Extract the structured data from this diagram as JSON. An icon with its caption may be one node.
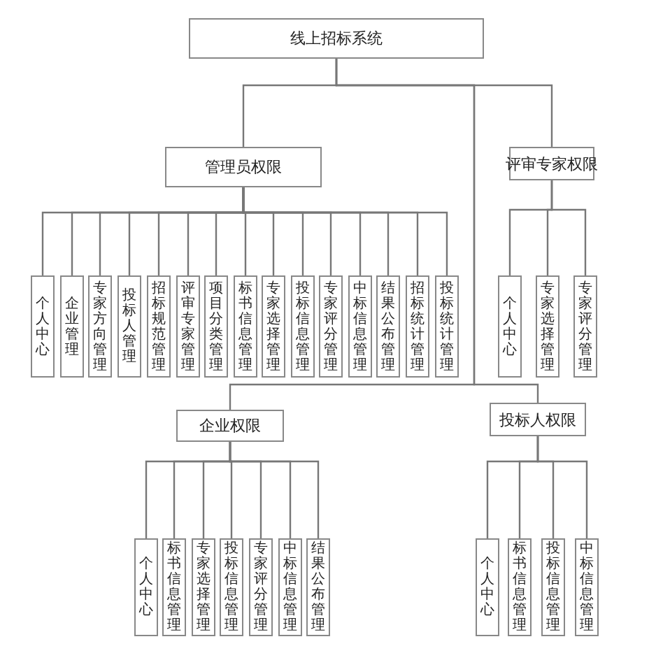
{
  "diagram": {
    "nodes": [
      {
        "text": [
          "线上招标系统"
        ]
      },
      {
        "text": [
          "管理员权限"
        ]
      },
      {
        "text": [
          "评审专家权限"
        ]
      },
      {
        "text": [
          "个人中心"
        ]
      },
      {
        "text": [
          "企业管理"
        ]
      },
      {
        "text": [
          "专家方向管理"
        ]
      },
      {
        "text": [
          "投标人管理"
        ]
      },
      {
        "text": [
          "招标规范管理"
        ]
      },
      {
        "text": [
          "评审专家管理"
        ]
      },
      {
        "text": [
          "项目分类管理"
        ]
      },
      {
        "text": [
          "标书信息管理"
        ]
      },
      {
        "text": [
          "专家选择管理"
        ]
      },
      {
        "text": [
          "投标信息管理"
        ]
      },
      {
        "text": [
          "专家评分管理"
        ]
      },
      {
        "text": [
          "中标信息管理"
        ]
      },
      {
        "text": [
          "结果公布管理"
        ]
      },
      {
        "text": [
          "招标统计管理"
        ]
      },
      {
        "text": [
          "投标统计管理"
        ]
      },
      {
        "text": [
          "个人中心"
        ]
      },
      {
        "text": [
          "专家选择管理"
        ]
      },
      {
        "text": [
          "专家评分管理"
        ]
      },
      {
        "text": [
          "企业权限"
        ]
      },
      {
        "text": [
          "投标人权限"
        ]
      },
      {
        "text": [
          "个人中心"
        ]
      },
      {
        "text": [
          "标书信息管理"
        ]
      },
      {
        "text": [
          "专家选择管理"
        ]
      },
      {
        "text": [
          "投标信息管理"
        ]
      },
      {
        "text": [
          "专家评分管理"
        ]
      },
      {
        "text": [
          "中标信息管理"
        ]
      },
      {
        "text": [
          "结果公布管理"
        ]
      },
      {
        "text": [
          "个人中心"
        ]
      },
      {
        "text": [
          "标书信息管理"
        ]
      },
      {
        "text": [
          "投标信息管理"
        ]
      },
      {
        "text": [
          "中标信息管理"
        ]
      }
    ],
    "edges": [
      {
        "from": 0,
        "to": 1,
        "arrow": "none"
      },
      {
        "from": 0,
        "to": 2,
        "arrow": "none"
      },
      {
        "from": 0,
        "to": 21,
        "arrow": "none"
      },
      {
        "from": 0,
        "to": 22,
        "arrow": "none"
      },
      {
        "from": 1,
        "to": 3,
        "arrow": "none"
      },
      {
        "from": 1,
        "to": 4,
        "arrow": "none"
      },
      {
        "from": 1,
        "to": 5,
        "arrow": "none"
      },
      {
        "from": 1,
        "to": 6,
        "arrow": "none"
      },
      {
        "from": 1,
        "to": 7,
        "arrow": "none"
      },
      {
        "from": 1,
        "to": 8,
        "arrow": "none"
      },
      {
        "from": 1,
        "to": 9,
        "arrow": "none"
      },
      {
        "from": 1,
        "to": 10,
        "arrow": "none"
      },
      {
        "from": 1,
        "to": 11,
        "arrow": "none"
      },
      {
        "from": 1,
        "to": 12,
        "arrow": "none"
      },
      {
        "from": 1,
        "to": 13,
        "arrow": "none"
      },
      {
        "from": 1,
        "to": 14,
        "arrow": "none"
      },
      {
        "from": 1,
        "to": 15,
        "arrow": "none"
      },
      {
        "from": 1,
        "to": 16,
        "arrow": "none"
      },
      {
        "from": 1,
        "to": 17,
        "arrow": "none"
      },
      {
        "from": 2,
        "to": 18,
        "arrow": "none"
      },
      {
        "from": 2,
        "to": 19,
        "arrow": "none"
      },
      {
        "from": 2,
        "to": 20,
        "arrow": "none"
      },
      {
        "from": 21,
        "to": 23,
        "arrow": "none"
      },
      {
        "from": 21,
        "to": 24,
        "arrow": "none"
      },
      {
        "from": 21,
        "to": 25,
        "arrow": "none"
      },
      {
        "from": 21,
        "to": 26,
        "arrow": "none"
      },
      {
        "from": 21,
        "to": 27,
        "arrow": "none"
      },
      {
        "from": 21,
        "to": 28,
        "arrow": "none"
      },
      {
        "from": 21,
        "to": 29,
        "arrow": "none"
      },
      {
        "from": 22,
        "to": 30,
        "arrow": "none"
      },
      {
        "from": 22,
        "to": 31,
        "arrow": "none"
      },
      {
        "from": 22,
        "to": 32,
        "arrow": "none"
      },
      {
        "from": 22,
        "to": 33,
        "arrow": "none"
      }
    ]
  }
}
